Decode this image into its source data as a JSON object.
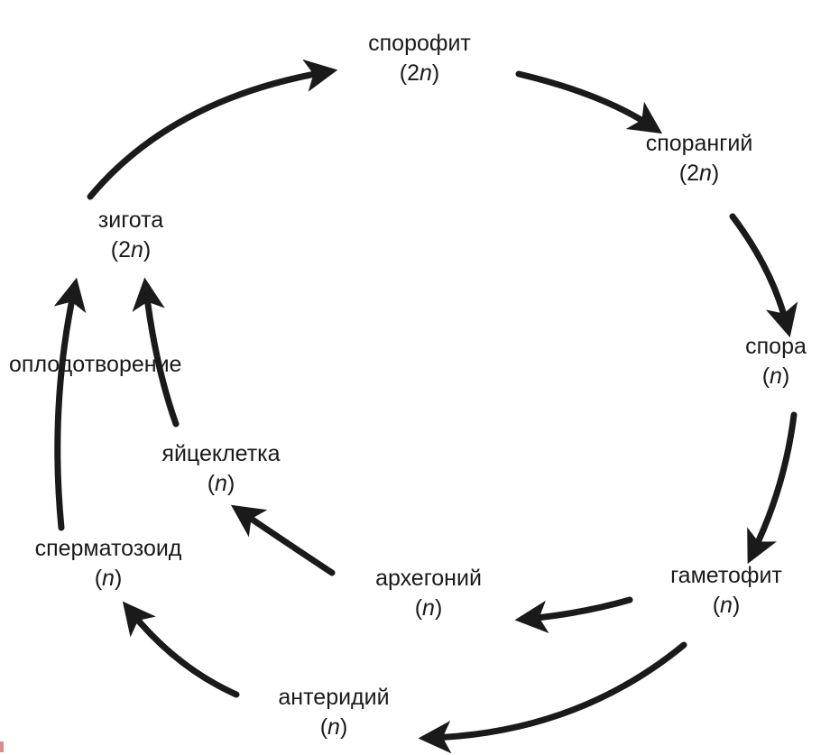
{
  "nodes": {
    "sporophyte": {
      "name": "спорофит",
      "ploidy_num": "2",
      "ploidy_var": "n"
    },
    "sporangium": {
      "name": "спорангий",
      "ploidy_num": "2",
      "ploidy_var": "n"
    },
    "spore": {
      "name": "спора",
      "ploidy_num": "",
      "ploidy_var": "n"
    },
    "gametophyte": {
      "name": "гаметофит",
      "ploidy_num": "",
      "ploidy_var": "n"
    },
    "archegonium": {
      "name": "архегоний",
      "ploidy_num": "",
      "ploidy_var": "n"
    },
    "antheridium": {
      "name": "антеридий",
      "ploidy_num": "",
      "ploidy_var": "n"
    },
    "sperm": {
      "name": "сперматозоид",
      "ploidy_num": "",
      "ploidy_var": "n"
    },
    "egg": {
      "name": "яйцеклетка",
      "ploidy_num": "",
      "ploidy_var": "n"
    },
    "zygote": {
      "name": "зигота",
      "ploidy_num": "2",
      "ploidy_var": "n"
    }
  },
  "labels": {
    "fertilization": "оплодотворение"
  },
  "edges": [
    {
      "from": "sporophyte",
      "to": "sporangium"
    },
    {
      "from": "sporangium",
      "to": "spore"
    },
    {
      "from": "spore",
      "to": "gametophyte"
    },
    {
      "from": "gametophyte",
      "to": "archegonium"
    },
    {
      "from": "gametophyte",
      "to": "antheridium"
    },
    {
      "from": "archegonium",
      "to": "egg"
    },
    {
      "from": "antheridium",
      "to": "sperm"
    },
    {
      "from": "sperm",
      "to": "zygote"
    },
    {
      "from": "egg",
      "to": "zygote"
    },
    {
      "from": "zygote",
      "to": "sporophyte"
    }
  ],
  "colors": {
    "text": "#1a1a1a",
    "arrow": "#1a1a1a",
    "background": "#ffffff"
  }
}
